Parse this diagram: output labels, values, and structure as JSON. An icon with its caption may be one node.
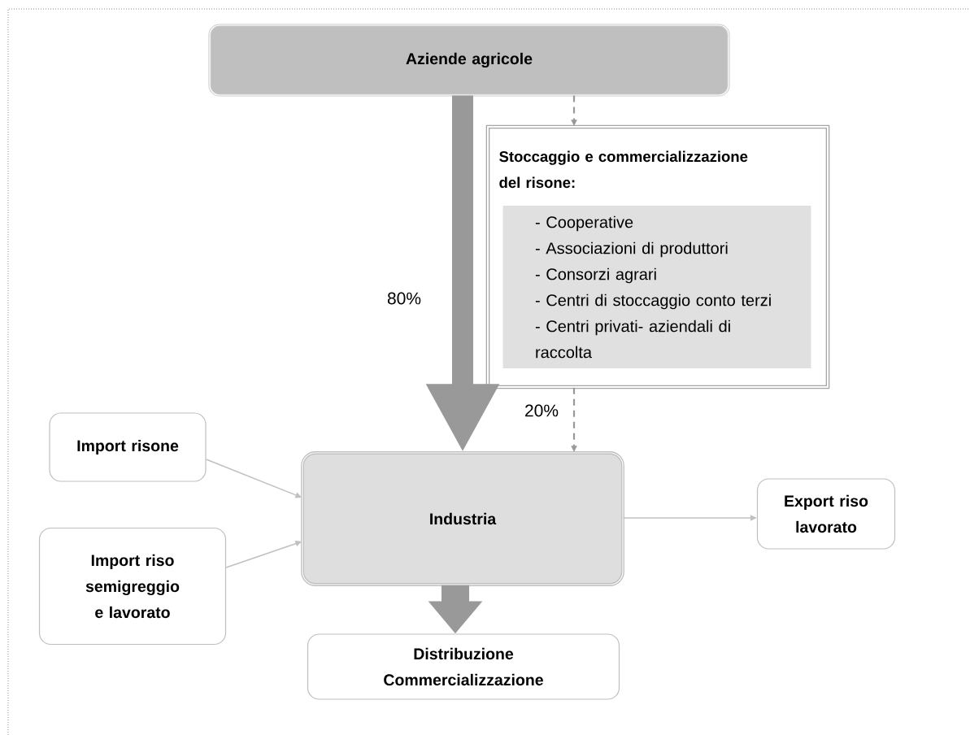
{
  "diagram": {
    "nodes": [
      {
        "text": [
          "Aziende agricole"
        ]
      },
      {
        "text": [
          "Stoccaggio e commercializzazione del risone:"
        ]
      },
      {
        "text": [
          "- Cooperative",
          "- Associazioni di produttori",
          "- Consorzi agrari",
          "- Centri di stoccaggio conto terzi",
          "- Centri privati- aziendali di raccolta"
        ],
        "in": 1
      },
      {
        "text": [
          "Import risone"
        ]
      },
      {
        "text": [
          "Industria"
        ]
      },
      {
        "text": [
          "Import riso semigreggio e lavorato"
        ]
      },
      {
        "text": [
          "Export riso lavorato"
        ]
      },
      {
        "text": [
          "Distribuzione Commercializzazione"
        ]
      }
    ],
    "edges": [
      {
        "from": 0,
        "to": 4,
        "arrow": "to",
        "style": "thick",
        "label": "80%"
      },
      {
        "from": 0,
        "to": 1,
        "arrow": "to",
        "style": "dashed"
      },
      {
        "from": 1,
        "to": 4,
        "arrow": "to",
        "style": "dashed",
        "label": "20%"
      },
      {
        "from": 3,
        "to": 4,
        "arrow": "to",
        "color": "#c0c0c0"
      },
      {
        "from": 5,
        "to": 4,
        "arrow": "to",
        "color": "#c0c0c0"
      },
      {
        "from": 4,
        "to": 6,
        "arrow": "to",
        "color": "#c0c0c0"
      },
      {
        "from": 4,
        "to": 7,
        "arrow": "to",
        "style": "thick"
      }
    ]
  }
}
